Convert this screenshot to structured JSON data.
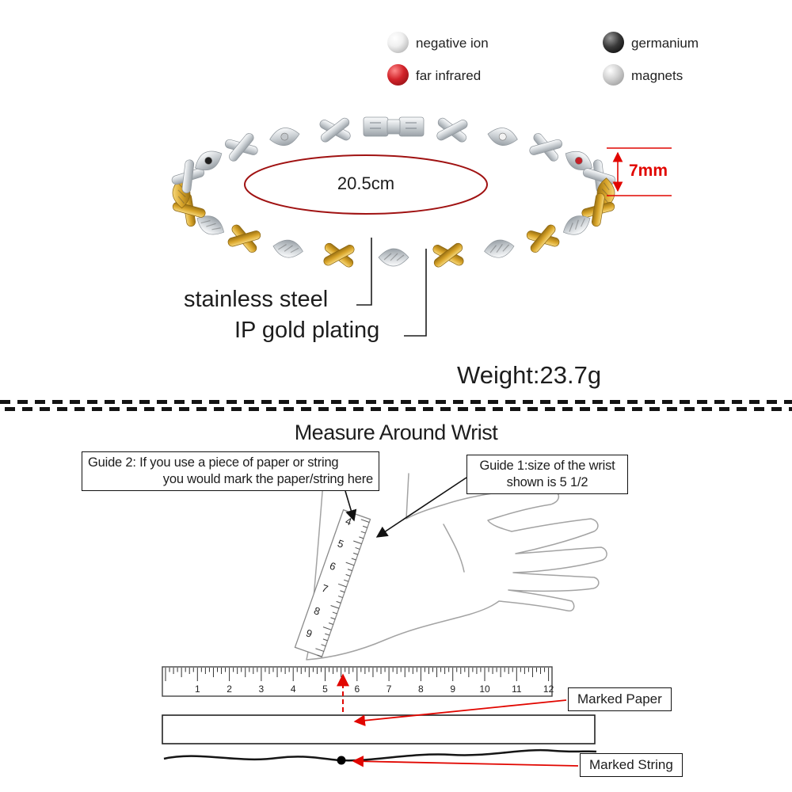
{
  "legend": {
    "items": [
      {
        "name": "negative-ion",
        "label": "negative ion",
        "color": "#f2f2f2"
      },
      {
        "name": "far-infrared",
        "label": "far infrared",
        "color": "#c51f27"
      },
      {
        "name": "germanium",
        "label": "germanium",
        "color": "#1f1f1f"
      },
      {
        "name": "magnets",
        "label": "magnets",
        "color": "#c3c7cb"
      }
    ]
  },
  "product": {
    "length_label": "20.5cm",
    "width_label": "7mm",
    "material_label": "stainless steel",
    "plating_label": "IP gold plating",
    "weight_label": "Weight:23.7g",
    "colors": {
      "gold": "#d9a52a",
      "silver": "#ccd1d5",
      "accent_red": "#e10600",
      "annotation_red": "#a01212"
    }
  },
  "measure": {
    "title": "Measure Around Wrist",
    "guide2": {
      "line1": "Guide 2: If you use a piece of paper or string",
      "line2": "you would mark the paper/string here"
    },
    "guide1": {
      "line1": "Guide 1:size of the wrist",
      "line2": "shown is 5 1/2"
    },
    "marked_paper_label": "Marked Paper",
    "marked_string_label": "Marked String",
    "ruler_numbers": [
      "1",
      "2",
      "3",
      "4",
      "5",
      "6",
      "7",
      "8",
      "9",
      "10",
      "11",
      "12"
    ],
    "wrist_ruler_numbers": [
      "4",
      "5",
      "6",
      "7",
      "8",
      "9"
    ]
  }
}
